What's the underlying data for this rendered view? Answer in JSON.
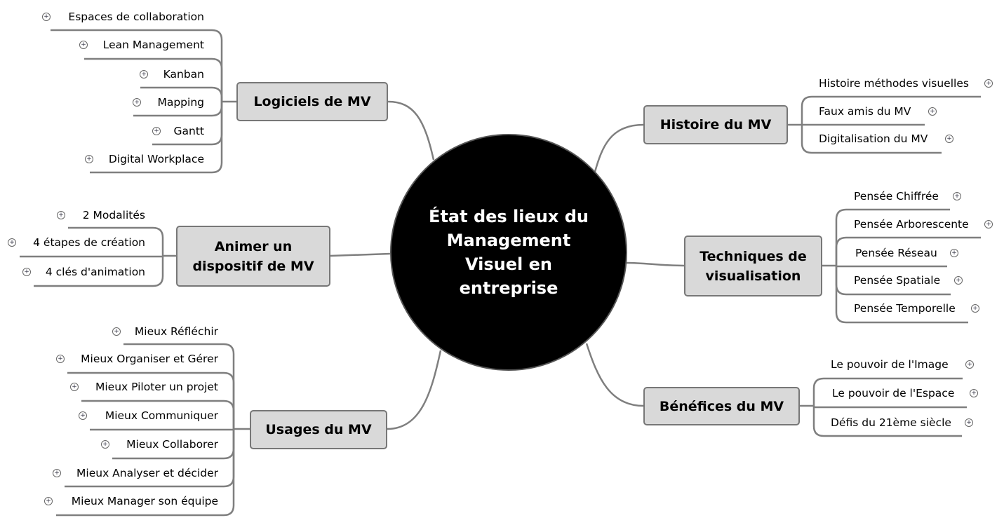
{
  "center": {
    "lines": [
      "État des lieux du",
      "Management",
      "Visuel en",
      "entreprise"
    ]
  },
  "topics": [
    {
      "label": "Logiciels de MV",
      "children": [
        "Espaces de collaboration",
        "Lean Management",
        "Kanban",
        "Mapping",
        "Gantt",
        "Digital Workplace"
      ]
    },
    {
      "label": "Animer un dispositif de MV",
      "children": [
        "2 Modalités",
        "4 étapes de création",
        "4 clés d'animation"
      ]
    },
    {
      "label": "Usages du MV",
      "children": [
        "Mieux Réfléchir",
        "Mieux Organiser et Gérer",
        "Mieux Piloter un projet",
        "Mieux Communiquer",
        "Mieux Collaborer",
        "Mieux Analyser et décider",
        "Mieux Manager son équipe"
      ]
    },
    {
      "label": "Histoire du MV",
      "children": [
        "Histoire méthodes visuelles",
        "Faux amis du MV",
        "Digitalisation du MV"
      ]
    },
    {
      "label": "Techniques de visualisation",
      "children": [
        "Pensée Chiffrée",
        "Pensée Arborescente",
        "Pensée Réseau",
        "Pensée Spatiale",
        "Pensée Temporelle"
      ]
    },
    {
      "label": "Bénéfices du MV",
      "children": [
        "Le pouvoir de l'Image",
        "Le pouvoir de l'Espace",
        "Défis du 21ème siècle"
      ]
    }
  ],
  "expand_icon": "plus-circle-icon",
  "colors": {
    "center_fill": "#000000",
    "topic_fill": "#d9d9d9",
    "line": "#7f7f7f"
  }
}
